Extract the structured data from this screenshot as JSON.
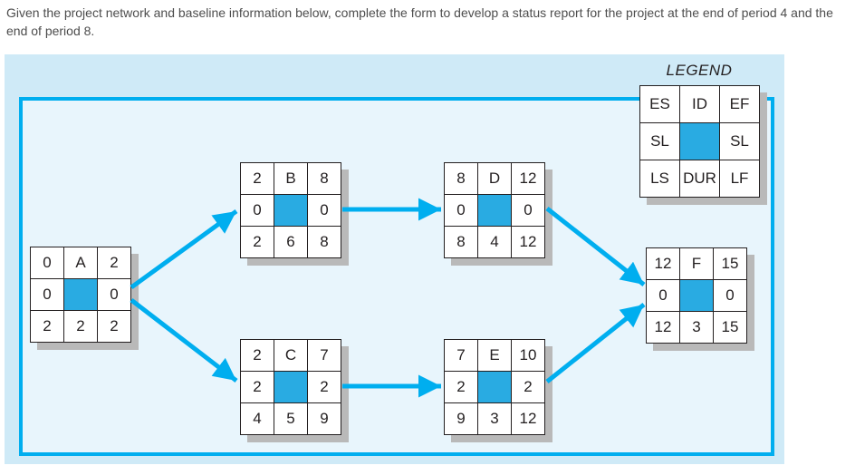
{
  "instruction": "Given the project network and baseline information below, complete the form to develop a status report for the project at the end of period 4 and the end of period 8.",
  "legend": {
    "title": "LEGEND",
    "grid": [
      [
        "ES",
        "ID",
        "EF"
      ],
      [
        "SL",
        "",
        "SL"
      ],
      [
        "LS",
        "DUR",
        "LF"
      ]
    ]
  },
  "nodes": [
    {
      "id": "A",
      "grid": [
        [
          "0",
          "A",
          "2"
        ],
        [
          "0",
          "",
          "0"
        ],
        [
          "2",
          "2",
          "2"
        ]
      ]
    },
    {
      "id": "B",
      "grid": [
        [
          "2",
          "B",
          "8"
        ],
        [
          "0",
          "",
          "0"
        ],
        [
          "2",
          "6",
          "8"
        ]
      ]
    },
    {
      "id": "C",
      "grid": [
        [
          "2",
          "C",
          "7"
        ],
        [
          "2",
          "",
          "2"
        ],
        [
          "4",
          "5",
          "9"
        ]
      ]
    },
    {
      "id": "D",
      "grid": [
        [
          "8",
          "D",
          "12"
        ],
        [
          "0",
          "",
          "0"
        ],
        [
          "8",
          "4",
          "12"
        ]
      ]
    },
    {
      "id": "E",
      "grid": [
        [
          "7",
          "E",
          "10"
        ],
        [
          "2",
          "",
          "2"
        ],
        [
          "9",
          "3",
          "12"
        ]
      ]
    },
    {
      "id": "F",
      "grid": [
        [
          "12",
          "F",
          "15"
        ],
        [
          "0",
          "",
          "0"
        ],
        [
          "12",
          "3",
          "15"
        ]
      ]
    }
  ],
  "edges": [
    {
      "from": "A",
      "to": "B"
    },
    {
      "from": "A",
      "to": "C"
    },
    {
      "from": "B",
      "to": "D"
    },
    {
      "from": "C",
      "to": "E"
    },
    {
      "from": "D",
      "to": "F"
    },
    {
      "from": "E",
      "to": "F"
    }
  ],
  "colors": {
    "accent": "#00aeef",
    "node_fill": "#29abe2",
    "panel_bg": "#cfeaf7",
    "frame_bg": "#e8f5fc",
    "shadow": "#b9b9b9",
    "ink": "#231f20",
    "muted_ink": "#4d4d4d"
  }
}
